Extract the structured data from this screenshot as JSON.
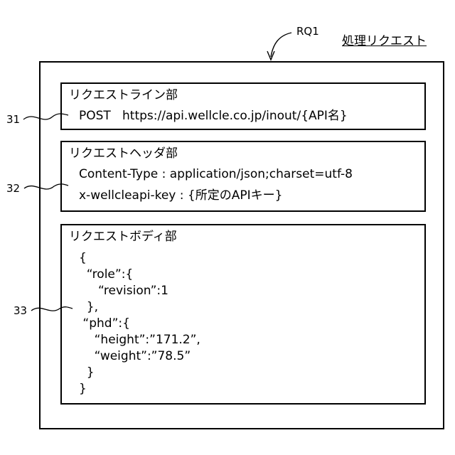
{
  "figure": {
    "request_ref": "RQ1",
    "title": "処理リクエスト"
  },
  "request_line": {
    "ref": "31",
    "heading": "リクエストライン部",
    "line": "POST   https://api.wellcle.co.jp/inout/{API名}"
  },
  "request_header": {
    "ref": "32",
    "heading": "リクエストヘッダ部",
    "lines": [
      "Content-Type : application/json;charset=utf-8",
      "x-wellcleapi-key : {所定のAPIキー}"
    ]
  },
  "request_body": {
    "ref": "33",
    "heading": "リクエストボディ部",
    "lines": [
      "{",
      "  “role”:{",
      "     “revision”:1",
      "  },",
      " “phd”:{",
      "    “height”:”171.2”,",
      "    “weight”:”78.5”",
      "  }",
      "}"
    ]
  }
}
